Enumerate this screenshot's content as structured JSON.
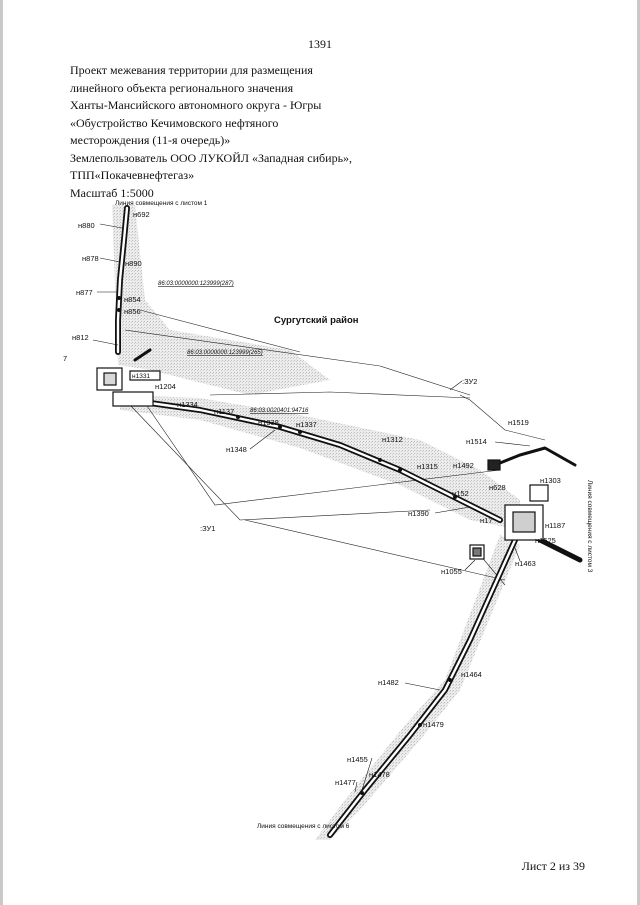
{
  "page_number": "1391",
  "title_lines": [
    "Проект межевания территории для размещения",
    "линейного объекта регионального значения",
    "Ханты-Мансийского автономного округа - Югры",
    "«Обустройство Кечимовского нефтяного",
    "месторождения (11-я очередь)»",
    "Землепользователь ООО ЛУКОЙЛ «Западная сибирь»,",
    "ТПП«Покачевнефтегаз»",
    "Масштаб 1:5000"
  ],
  "sheet_label": "Лист 2 из 39",
  "map": {
    "region_name": "Сургутский район",
    "match_lines": {
      "sheet1": "Линия совмещения с листом 1",
      "sheet3": "Линия совмещения с листом 3",
      "sheet6": "Линия совмещения с листом 6"
    },
    "parcels": {
      "zu1": ":ЗУ1",
      "zu2": ":ЗУ2"
    },
    "cadastral": {
      "c1": "86:03:0000000:123999(287)",
      "c2": "86:03:0000000:123999(265)",
      "c3": "86:03:0020401:94716"
    },
    "points": {
      "n692": "н692",
      "n880": "н880",
      "n878": "н878",
      "n890": "н890",
      "n877": "н877",
      "n854": "н854",
      "n856": "н856",
      "n812": "н812",
      "n7": "7",
      "n1331": "н1331",
      "n1204": "н1204",
      "n1334": "н1334",
      "n1137": "н1137",
      "n1338": "н1338",
      "n1337": "н1337",
      "n1348": "н1348",
      "n1312": "н1312",
      "n1315": "н1315",
      "n1514": "н1514",
      "n1519": "н1519",
      "n1492": "н1492",
      "n628": "н628",
      "n1303": "н1303",
      "n152": "н152",
      "n1390": "н1390",
      "n17": "н17",
      "n1187": "н1187",
      "n1525": "н1525",
      "n1463": "н1463",
      "n1055": "н1055",
      "n1482": "н1482",
      "n1464": "н1464",
      "n1479": "н1479",
      "n1455": "н1455",
      "n1478": "н1478",
      "n1477": "н1477"
    }
  }
}
